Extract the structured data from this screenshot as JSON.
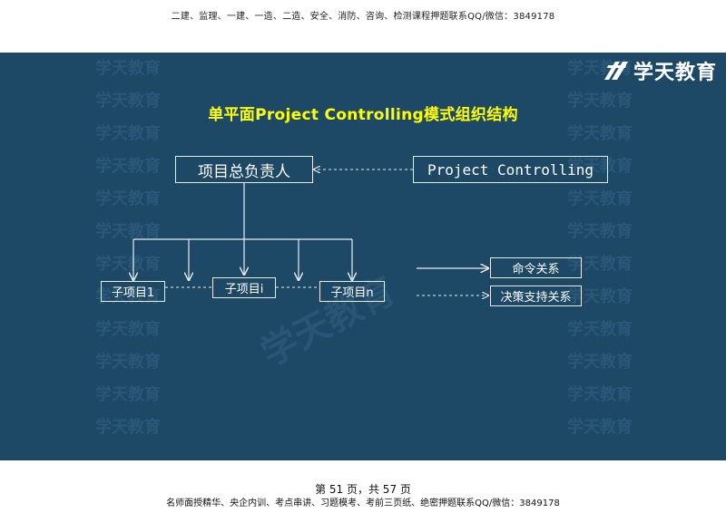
{
  "header_note": "二建、监理、一建、一造、二造、安全、消防、咨询、检测课程押题联系QQ/微信：3849178",
  "logo": {
    "text": "学天教育",
    "icon": "logo-mark-icon"
  },
  "watermark": {
    "text": "学天教育"
  },
  "slide": {
    "title": "单平面Project Controlling模式组织结构",
    "boxes": {
      "head": "项目总负责人",
      "pc": "Project Controlling",
      "sub1": "子项目1",
      "subi": "子项目i",
      "subn": "子项目n",
      "legend_command": "命令关系",
      "legend_support": "决策支持关系"
    }
  },
  "footer": {
    "page_number": "第 51 页，共 57 页",
    "note": "名师面授精华、央企内训、考点串讲、习题模考、考前三页纸、绝密押题联系QQ/微信：3849178"
  },
  "colors": {
    "slide_bg": "#1d4966",
    "title": "#ffff00",
    "line": "#e8eef3",
    "watermark": "#2b5878"
  }
}
